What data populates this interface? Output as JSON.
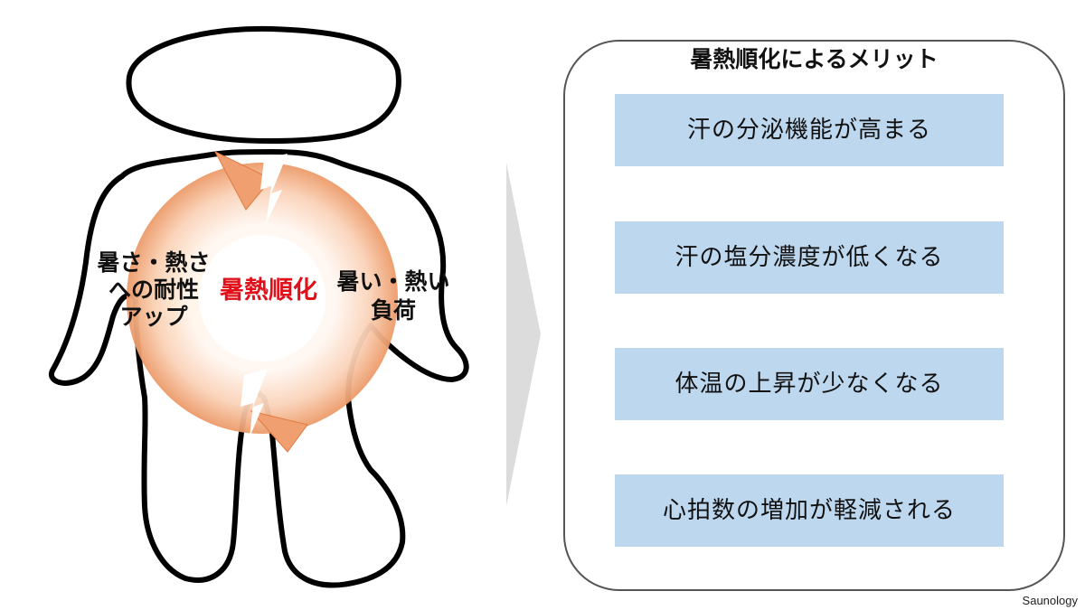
{
  "cycle": {
    "left_label": [
      "暑さ・熱さ",
      "への耐性",
      "アップ"
    ],
    "center_label": "暑熱順化",
    "right_label": [
      "暑い・熱い",
      "負荷"
    ]
  },
  "benefits": {
    "title": "暑熱順化によるメリット",
    "items": [
      "汗の分泌機能が高まる",
      "汗の塩分濃度が低くなる",
      "体温の上昇が少なくなる",
      "心拍数の増加が軽減される"
    ]
  },
  "credit": "Saunology",
  "colors": {
    "arrow_orange": "#f0a070",
    "center_text": "#e0101a",
    "box_fill": "#bdd7ee",
    "glow_yellow": "#ffd24a",
    "chevron_gray": "#dcdcdc"
  }
}
